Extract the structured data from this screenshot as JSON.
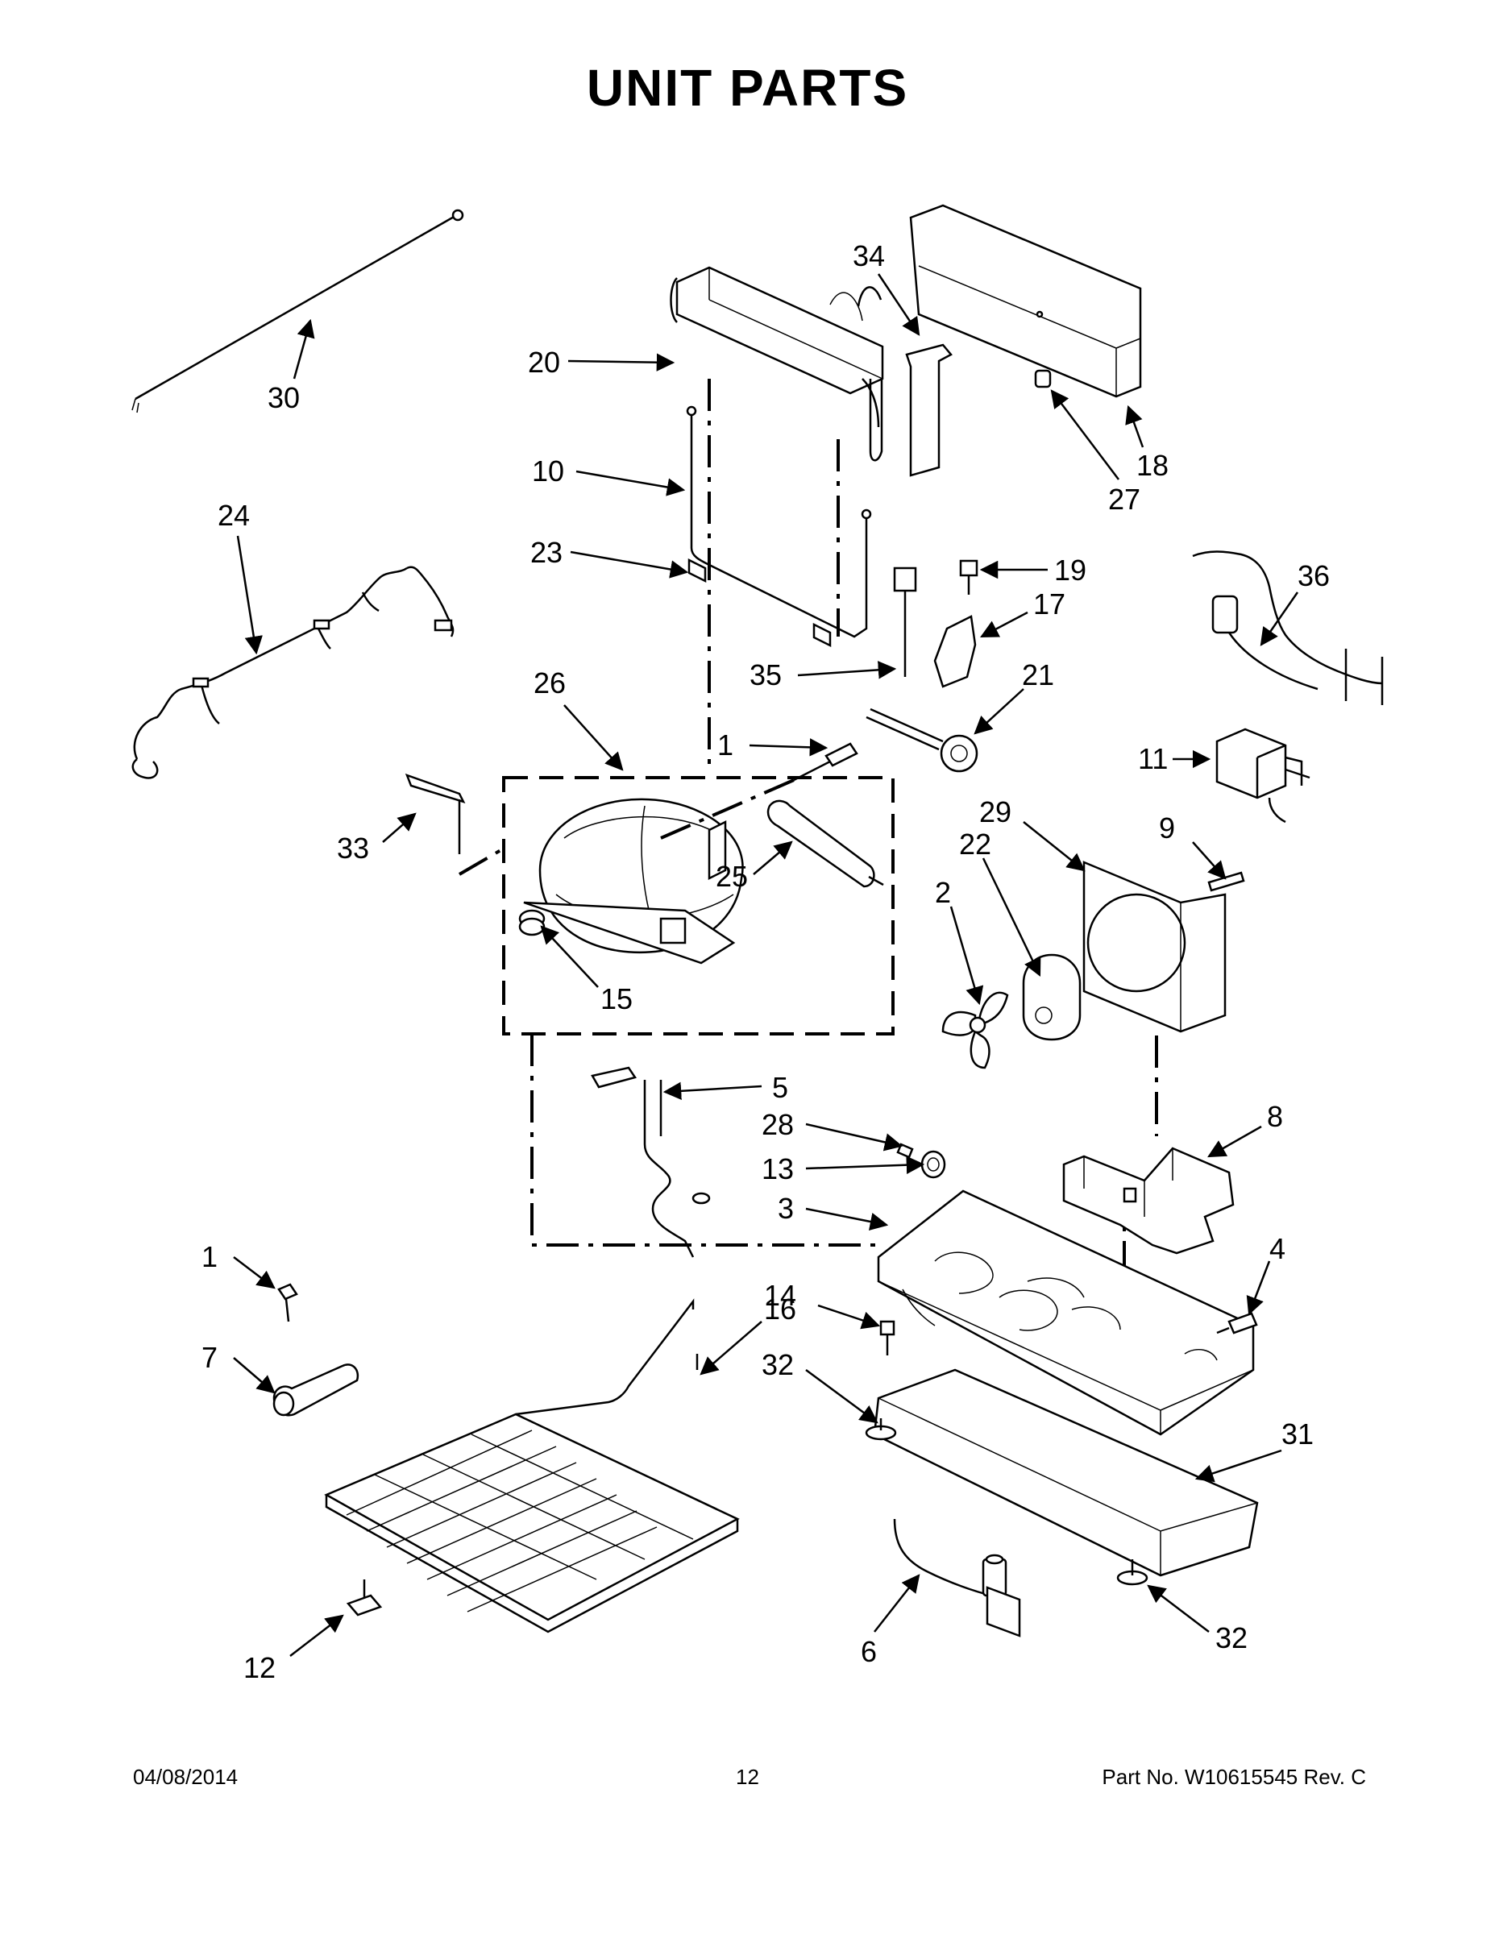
{
  "title": "UNIT  PARTS",
  "callouts": {
    "c30": "30",
    "c24": "24",
    "c20": "20",
    "c34": "34",
    "c18": "18",
    "c27": "27",
    "c10": "10",
    "c23": "23",
    "c19": "19",
    "c17": "17",
    "c36": "36",
    "c35": "35",
    "c21": "21",
    "c26": "26",
    "c1a": "1",
    "c11": "11",
    "c33": "33",
    "c25": "25",
    "c29": "29",
    "c9": "9",
    "c22": "22",
    "c2": "2",
    "c15": "15",
    "c5": "5",
    "c28": "28",
    "c8": "8",
    "c13": "13",
    "c3": "3",
    "c4": "4",
    "c1b": "1",
    "c14": "14",
    "c7": "7",
    "c16": "16",
    "c32a": "32",
    "c31": "31",
    "c12": "12",
    "c6": "6",
    "c32b": "32"
  },
  "footer": {
    "date": "04/08/2014",
    "page": "12",
    "part": "Part No.  W10615545   Rev.  C"
  }
}
